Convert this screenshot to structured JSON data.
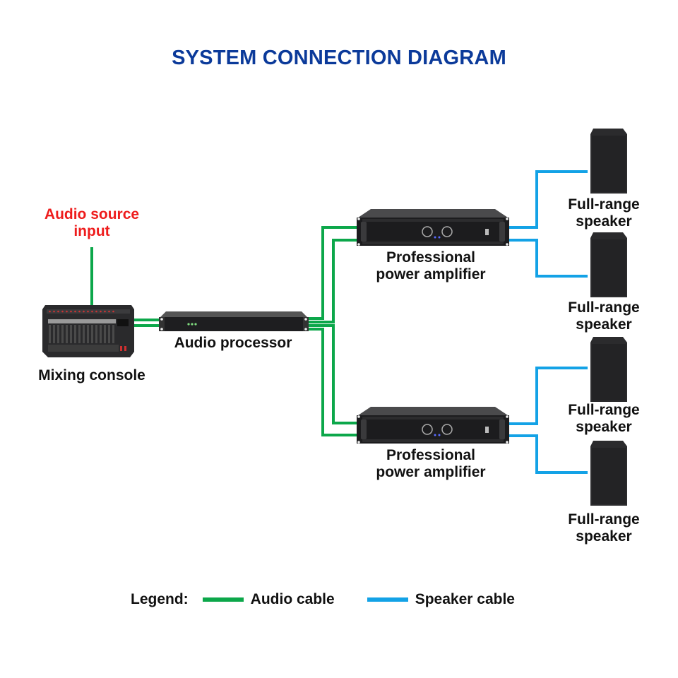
{
  "title": "SYSTEM CONNECTION DIAGRAM",
  "source": {
    "label_line1": "Audio source",
    "label_line2": "input"
  },
  "devices": {
    "mixer": {
      "label": "Mixing console",
      "icon": "mixing-console-icon"
    },
    "processor": {
      "label": "Audio processor",
      "icon": "audio-processor-icon"
    },
    "amplifiers": [
      {
        "label_line1": "Professional",
        "label_line2": "power amplifier",
        "icon": "power-amplifier-icon"
      },
      {
        "label_line1": "Professional",
        "label_line2": "power amplifier",
        "icon": "power-amplifier-icon"
      }
    ],
    "speakers": [
      {
        "label_line1": "Full-range",
        "label_line2": "speaker",
        "icon": "speaker-icon"
      },
      {
        "label_line1": "Full-range",
        "label_line2": "speaker",
        "icon": "speaker-icon"
      },
      {
        "label_line1": "Full-range",
        "label_line2": "speaker",
        "icon": "speaker-icon"
      },
      {
        "label_line1": "Full-range",
        "label_line2": "speaker",
        "icon": "speaker-icon"
      }
    ]
  },
  "connections": [
    {
      "from": "Audio source input",
      "to": "Mixing console",
      "type": "audio"
    },
    {
      "from": "Mixing console",
      "to": "Audio processor",
      "type": "audio",
      "count": 2
    },
    {
      "from": "Audio processor",
      "to": "Professional power amplifier 1",
      "type": "audio",
      "count": 2
    },
    {
      "from": "Audio processor",
      "to": "Professional power amplifier 2",
      "type": "audio",
      "count": 2
    },
    {
      "from": "Professional power amplifier 1",
      "to": "Full-range speaker 1",
      "type": "speaker"
    },
    {
      "from": "Professional power amplifier 1",
      "to": "Full-range speaker 2",
      "type": "speaker"
    },
    {
      "from": "Professional power amplifier 2",
      "to": "Full-range speaker 3",
      "type": "speaker"
    },
    {
      "from": "Professional power amplifier 2",
      "to": "Full-range speaker 4",
      "type": "speaker"
    }
  ],
  "legend": {
    "label": "Legend:",
    "items": [
      {
        "label": "Audio cable",
        "color": "#0ca74a"
      },
      {
        "label": "Speaker cable",
        "color": "#13a2e6"
      }
    ]
  },
  "colors": {
    "title": "#0b3a9a",
    "source_label": "#ee1c1c",
    "audio_cable": "#0ca74a",
    "speaker_cable": "#13a2e6"
  }
}
